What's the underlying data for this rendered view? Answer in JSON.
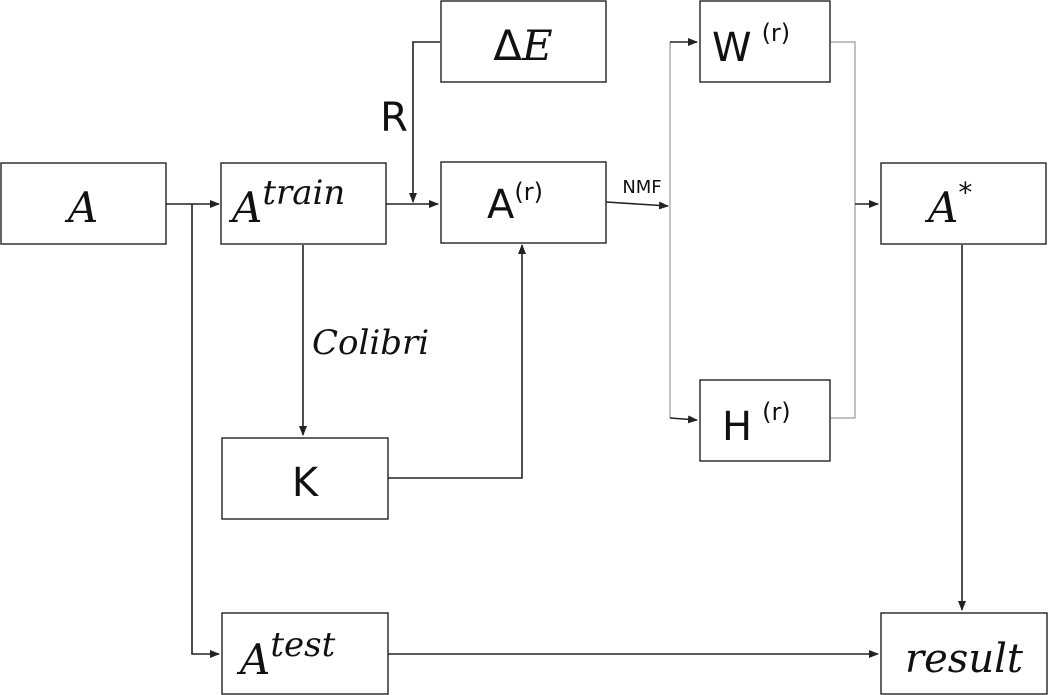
{
  "nodes": {
    "a": {
      "base": "A",
      "sup": ""
    },
    "a_train": {
      "base": "A",
      "sup": "train"
    },
    "a_test": {
      "base": "A",
      "sup": "test"
    },
    "a_r": {
      "base": "A",
      "sup": "(r)"
    },
    "delta_e": {
      "delta": "Δ",
      "base": "E"
    },
    "k": {
      "base": "K"
    },
    "w_r": {
      "base": "W",
      "sup": "(r)"
    },
    "h_r": {
      "base": "H",
      "sup": "(r)"
    },
    "a_star": {
      "base": "A",
      "sup": "*"
    },
    "result": {
      "base": "result"
    }
  },
  "edge_labels": {
    "r": "R",
    "colibri": "Colibri",
    "nmf": "NMF"
  }
}
